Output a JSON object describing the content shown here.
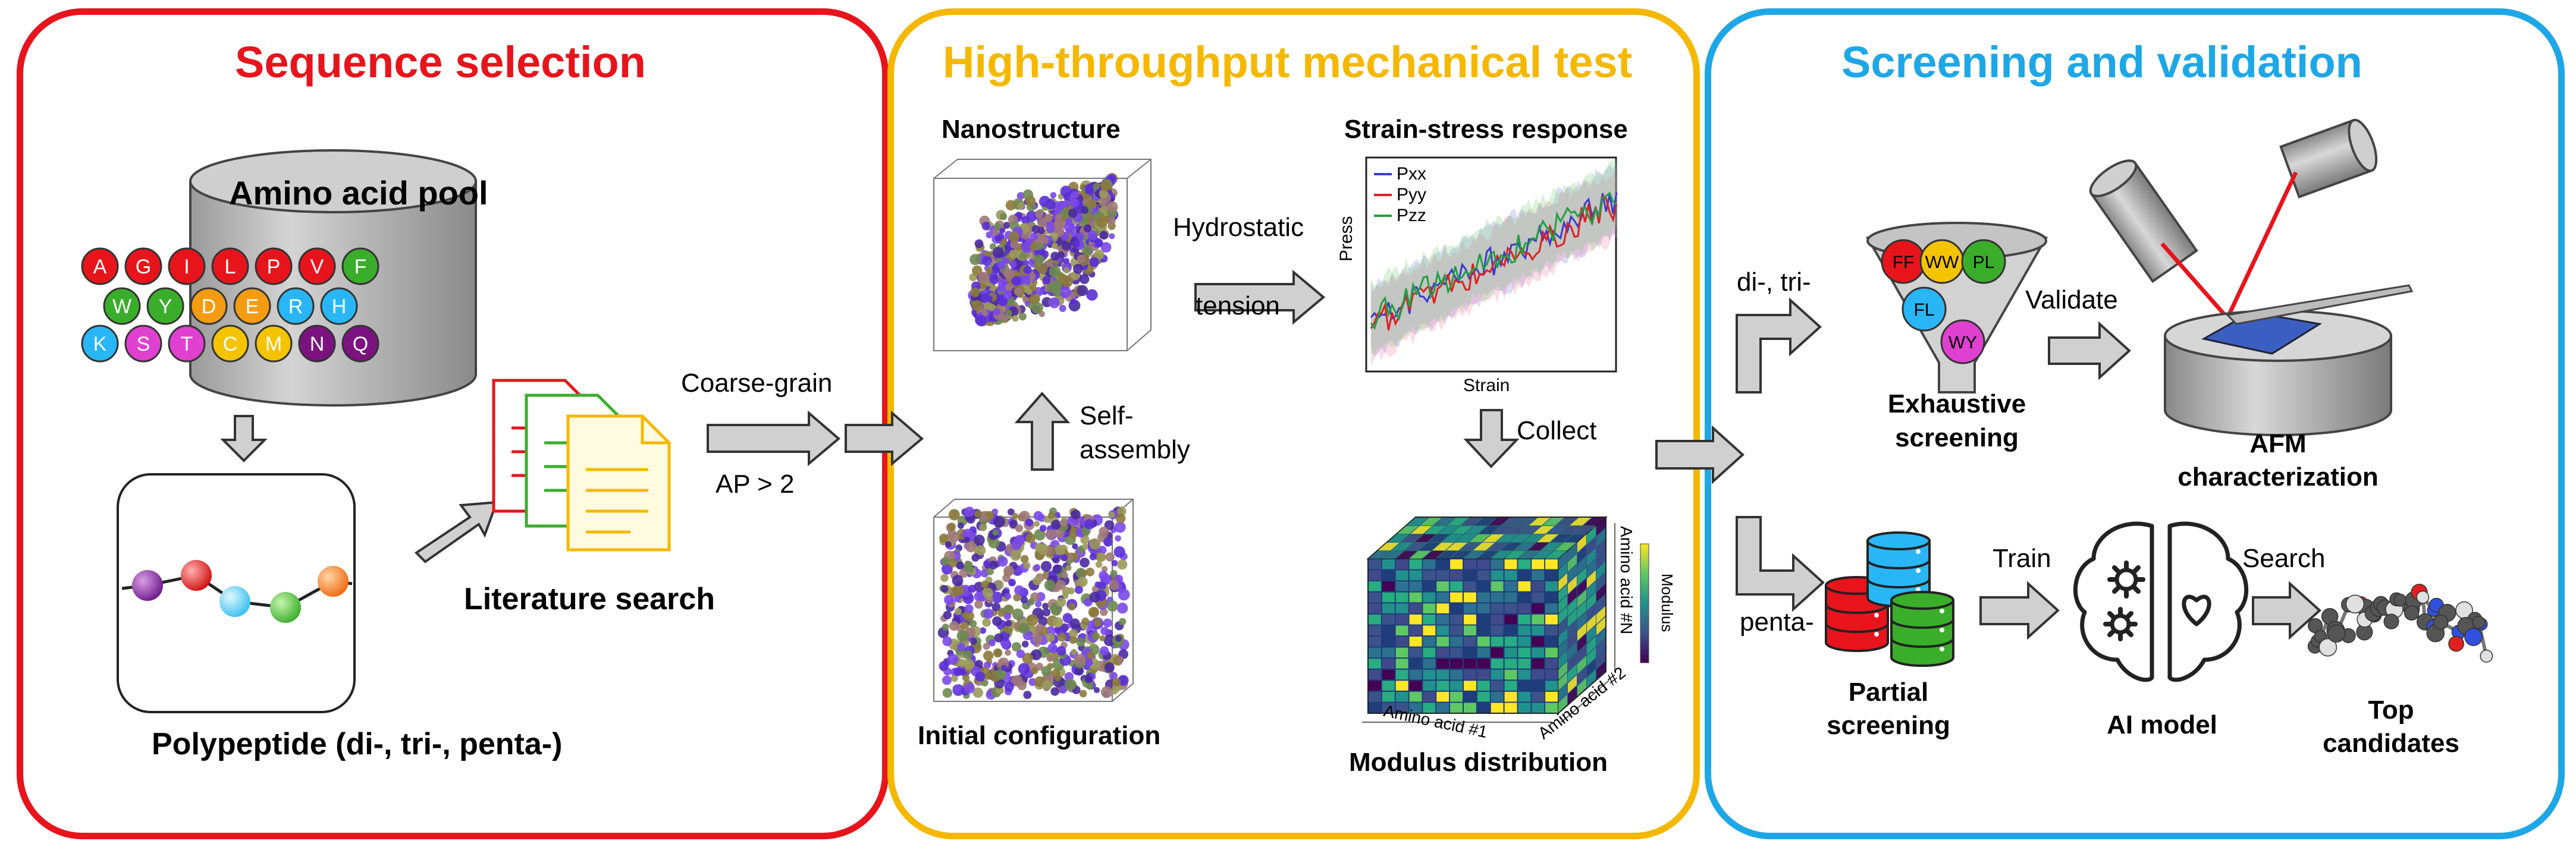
{
  "panels": {
    "sequence": {
      "title": "Sequence selection",
      "color": "#e8141c",
      "amino_pool_title": "Amino acid pool",
      "amino_rows": [
        [
          {
            "l": "A",
            "c": "#e8141c"
          },
          {
            "l": "G",
            "c": "#e8141c"
          },
          {
            "l": "I",
            "c": "#e8141c"
          },
          {
            "l": "L",
            "c": "#e8141c"
          },
          {
            "l": "P",
            "c": "#e8141c"
          },
          {
            "l": "V",
            "c": "#e8141c"
          },
          {
            "l": "F",
            "c": "#3aae2a"
          }
        ],
        [
          {
            "l": "W",
            "c": "#3aae2a"
          },
          {
            "l": "Y",
            "c": "#3aae2a"
          },
          {
            "l": "D",
            "c": "#f39c12"
          },
          {
            "l": "E",
            "c": "#f39c12"
          },
          {
            "l": "R",
            "c": "#29b6f6"
          },
          {
            "l": "H",
            "c": "#29b6f6"
          }
        ],
        [
          {
            "l": "K",
            "c": "#29b6f6"
          },
          {
            "l": "S",
            "c": "#e040d0"
          },
          {
            "l": "T",
            "c": "#e040d0"
          },
          {
            "l": "C",
            "c": "#f5c400"
          },
          {
            "l": "M",
            "c": "#f5c400"
          },
          {
            "l": "N",
            "c": "#7b1280"
          },
          {
            "l": "Q",
            "c": "#7b1280"
          }
        ]
      ],
      "polypeptide_label": "Polypeptide  (di-, tri-, penta-)",
      "literature_label": "Literature search",
      "coarse_grain_label": "Coarse-grain",
      "ap_label": "AP > 2"
    },
    "mechanical": {
      "title": "High-throughput mechanical test",
      "color": "#f5b800",
      "nanostructure_label": "Nanostructure",
      "hydrostatic_label_1": "Hydrostatic",
      "hydrostatic_label_2": "tension",
      "self_assembly_label_1": "Self-",
      "self_assembly_label_2": "assembly",
      "initial_config_label": "Initial configuration",
      "strain_stress_label": "Strain-stress response",
      "collect_label": "Collect",
      "modulus_dist_label": "Modulus distribution",
      "plot": {
        "xlabel": "Strain",
        "ylabel": "Press",
        "legend": [
          {
            "name": "Pxx",
            "color": "#3b3bd0"
          },
          {
            "name": "Pyy",
            "color": "#e02020"
          },
          {
            "name": "Pzz",
            "color": "#20a040"
          }
        ]
      },
      "cube": {
        "axis_1": "Amino acid #1",
        "axis_2": "Amino acid #2",
        "axis_n": "Amino acid #N",
        "colorbar": "Modulus"
      }
    },
    "screening": {
      "title": "Screening and validation",
      "color": "#1ea7e6",
      "di_tri_label": "di-, tri-",
      "penta_label": "penta-",
      "funnel_items": [
        {
          "l": "FF",
          "c": "#e8141c"
        },
        {
          "l": "WW",
          "c": "#f5c400"
        },
        {
          "l": "PL",
          "c": "#3aae2a"
        },
        {
          "l": "FL",
          "c": "#29b6f6"
        },
        {
          "l": "WY",
          "c": "#e040d0"
        }
      ],
      "exhaustive_1": "Exhaustive",
      "exhaustive_2": "screening",
      "validate_label": "Validate",
      "afm_1": "AFM",
      "afm_2": "characterization",
      "partial_1": "Partial",
      "partial_2": "screening",
      "train_label": "Train",
      "ai_label": "AI model",
      "search_label": "Search",
      "top_1": "Top",
      "top_2": "candidates"
    }
  }
}
